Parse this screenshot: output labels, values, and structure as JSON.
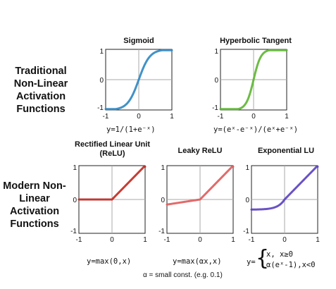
{
  "groups": {
    "traditional": "Traditional Non-Linear Activation Functions",
    "modern": "Modern Non-Linear Activation Functions"
  },
  "charts": [
    {
      "id": "sigmoid",
      "title": "Sigmoid",
      "formula": "y=1/(1+e⁻ˣ)",
      "color": "#2e86c1",
      "xticks": [
        "-1",
        "0",
        "1"
      ],
      "yticks": [
        "1",
        "0",
        "-1"
      ]
    },
    {
      "id": "tanh",
      "title": "Hyperbolic Tangent",
      "formula": "y=(eˣ-e⁻ˣ)/(eˣ+e⁻ˣ)",
      "color": "#5cb531",
      "xticks": [
        "-1",
        "0",
        "1"
      ],
      "yticks": [
        "1",
        "0",
        "-1"
      ]
    },
    {
      "id": "relu",
      "title": "Rectified Linear Unit (ReLU)",
      "formula": "y=max(0,x)",
      "color": "#c0281e",
      "xticks": [
        "-1",
        "0",
        "1"
      ],
      "yticks": [
        "1",
        "0",
        "-1"
      ]
    },
    {
      "id": "leaky",
      "title": "Leaky ReLU",
      "formula": "y=max(αx,x)",
      "color": "#e05a5a",
      "xticks": [
        "-1",
        "0",
        "1"
      ],
      "yticks": [
        "1",
        "0",
        "-1"
      ]
    },
    {
      "id": "elu",
      "title": "Exponential LU",
      "formula_prefix": "y=",
      "formula_line1": "x,       x≥0",
      "formula_line2": "α(eˣ-1),x<0",
      "color": "#5a3fc0",
      "xticks": [
        "-1",
        "0",
        "1"
      ],
      "yticks": [
        "1",
        "0",
        "-1"
      ]
    }
  ],
  "note": "α = small const. (e.g. 0.1)"
}
